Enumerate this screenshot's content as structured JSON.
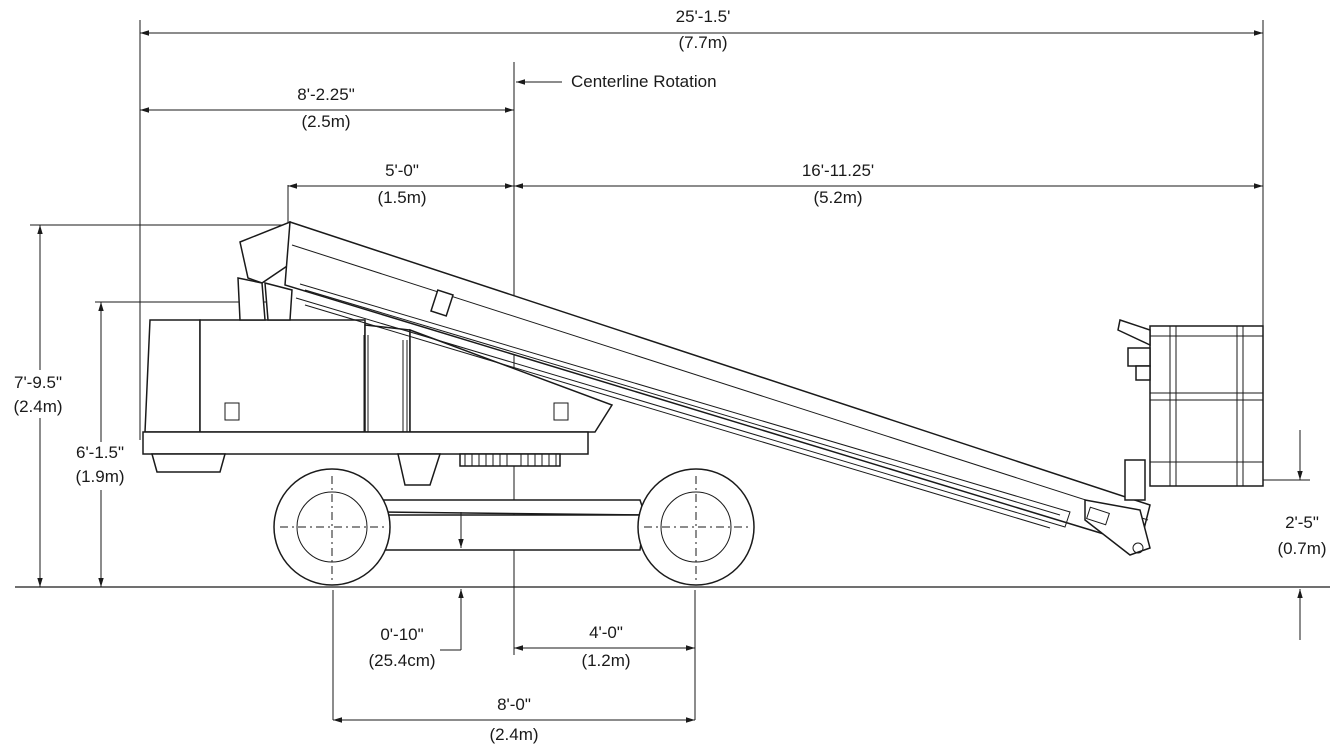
{
  "dimensions": {
    "overall_length": {
      "imperial": "25'-1.5'",
      "metric": "(7.7m)"
    },
    "rear_to_centerline": {
      "imperial": "8'-2.25\"",
      "metric": "(2.5m)"
    },
    "centerline_label": "Centerline Rotation",
    "tail_swing": {
      "imperial": "5'-0\"",
      "metric": "(1.5m)"
    },
    "front_overhang": {
      "imperial": "16'-11.25'",
      "metric": "(5.2m)"
    },
    "stowed_height": {
      "imperial": "7'-9.5\"",
      "metric": "(2.4m)"
    },
    "chassis_height": {
      "imperial": "6'-1.5\"",
      "metric": "(1.9m)"
    },
    "platform_height": {
      "imperial": "2'-5\"",
      "metric": "(0.7m)"
    },
    "ground_clearance": {
      "imperial": "0'-10\"",
      "metric": "(25.4cm)"
    },
    "centerline_to_front_axle": {
      "imperial": "4'-0\"",
      "metric": "(1.2m)"
    },
    "wheelbase": {
      "imperial": "8'-0\"",
      "metric": "(2.4m)"
    }
  }
}
